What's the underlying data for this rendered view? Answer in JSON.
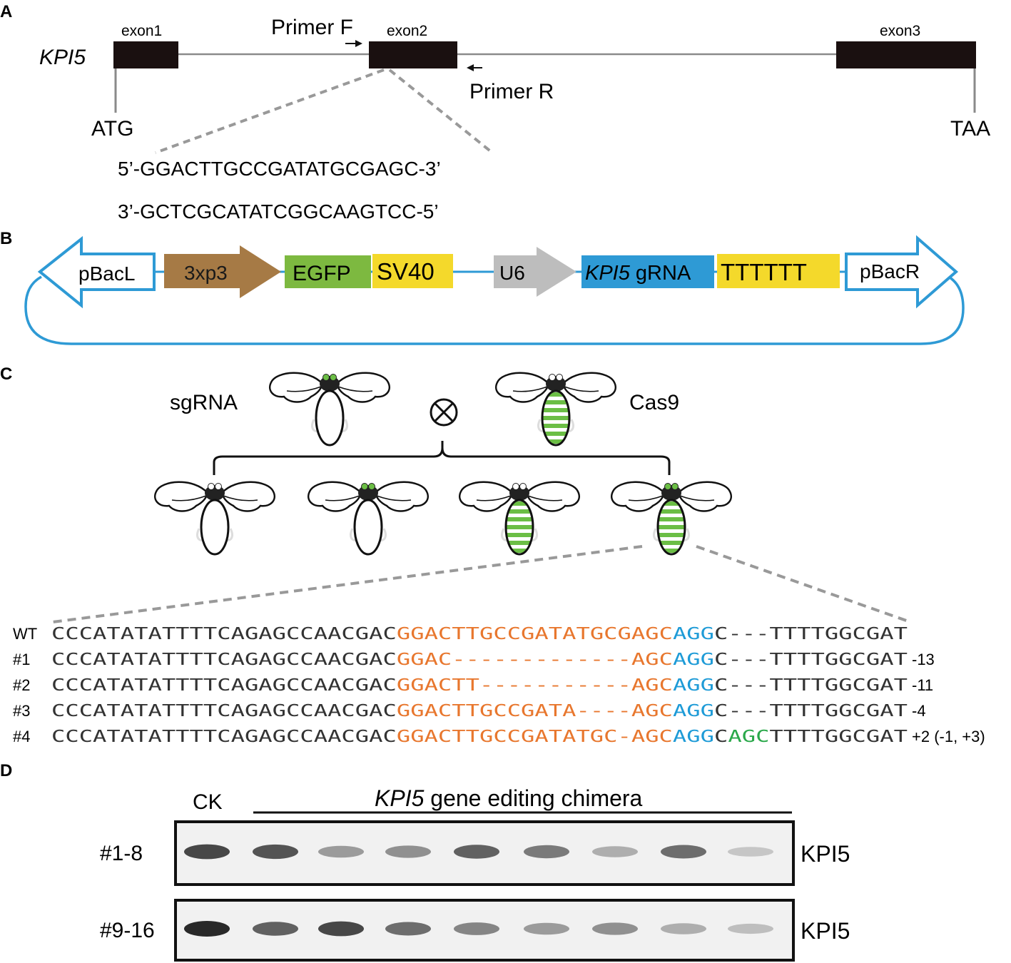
{
  "panel_a": {
    "label": "A",
    "gene_name": "KPI5",
    "exons": [
      "exon1",
      "exon2",
      "exon3"
    ],
    "primer_f": "Primer F",
    "primer_r": "Primer R",
    "start_codon": "ATG",
    "stop_codon": "TAA",
    "target_top": "5’-GGACTTGCCGATATGCGAGC-3’",
    "target_bottom": "3’-GCTCGCATATCGGCAAGTCC-5’"
  },
  "panel_b": {
    "label": "B",
    "pbacl": "pBacL",
    "promoter_3xp3": "3xp3",
    "egfp": "EGFP",
    "sv40": "SV40",
    "u6": "U6",
    "grna_gene": "KPI5",
    "grna_suffix": " gRNA",
    "terminator": "TTTTTT",
    "pbacr": "pBacR"
  },
  "panel_c": {
    "label": "C",
    "sgrna": "sgRNA",
    "cas9": "Cas9",
    "cross_symbol": "⊗",
    "alignment": [
      {
        "label": "WT",
        "segments": [
          {
            "t": "CCCATATATTTTCAGAGCCAACGAC",
            "c": "black"
          },
          {
            "t": "GGACTTGCCGATATGCGAGC",
            "c": "orange"
          },
          {
            "t": "AGG",
            "c": "blue"
          },
          {
            "t": "C---TTTTGGCGAT",
            "c": "black"
          }
        ],
        "change": ""
      },
      {
        "label": "#1",
        "segments": [
          {
            "t": "CCCATATATTTTCAGAGCCAACGAC",
            "c": "black"
          },
          {
            "t": "GGAC-------------AGC",
            "c": "orange"
          },
          {
            "t": "AGG",
            "c": "blue"
          },
          {
            "t": "C---TTTTGGCGAT",
            "c": "black"
          }
        ],
        "change": "-13"
      },
      {
        "label": "#2",
        "segments": [
          {
            "t": "CCCATATATTTTCAGAGCCAACGAC",
            "c": "black"
          },
          {
            "t": "GGACTT-----------AGC",
            "c": "orange"
          },
          {
            "t": "AGG",
            "c": "blue"
          },
          {
            "t": "C---TTTTGGCGAT",
            "c": "black"
          }
        ],
        "change": "-11"
      },
      {
        "label": "#3",
        "segments": [
          {
            "t": "CCCATATATTTTCAGAGCCAACGAC",
            "c": "black"
          },
          {
            "t": "GGACTTGCCGATA----AGC",
            "c": "orange"
          },
          {
            "t": "AGG",
            "c": "blue"
          },
          {
            "t": "C---TTTTGGCGAT",
            "c": "black"
          }
        ],
        "change": "-4"
      },
      {
        "label": "#4",
        "segments": [
          {
            "t": "CCCATATATTTTCAGAGCCAACGAC",
            "c": "black"
          },
          {
            "t": "GGACTTGCCGATATGC-AGC",
            "c": "orange"
          },
          {
            "t": "AGG",
            "c": "blue"
          },
          {
            "t": "C",
            "c": "black"
          },
          {
            "t": "AGC",
            "c": "green"
          },
          {
            "t": "TTTTGGCGAT",
            "c": "black"
          }
        ],
        "change": "+2 (-1, +3)"
      }
    ]
  },
  "panel_d": {
    "label": "D",
    "ck": "CK",
    "header_gene": "KPI5",
    "header_suffix": " gene editing chimera",
    "blots": [
      {
        "row_label": "#1-8",
        "protein": "KPI5",
        "band_intensity": [
          0.9,
          0.85,
          0.55,
          0.6,
          0.8,
          0.7,
          0.45,
          0.75,
          0.3
        ]
      },
      {
        "row_label": "#9-16",
        "protein": "KPI5",
        "band_intensity": [
          1.0,
          0.8,
          0.9,
          0.75,
          0.65,
          0.55,
          0.6,
          0.45,
          0.35
        ]
      }
    ]
  },
  "colors": {
    "orange": "#E8772E",
    "blue": "#1E9BD7",
    "green": "#2AA84A",
    "plasmid_line": "#2E9AD5",
    "promoter_3xp3": "#A67A45",
    "egfp": "#7DB940",
    "sv40": "#F4D92B",
    "u6": "#BDBDBD",
    "grna": "#2E9AD5",
    "terminator": "#F4D92B",
    "bee_stripe": "#6BBE45"
  }
}
